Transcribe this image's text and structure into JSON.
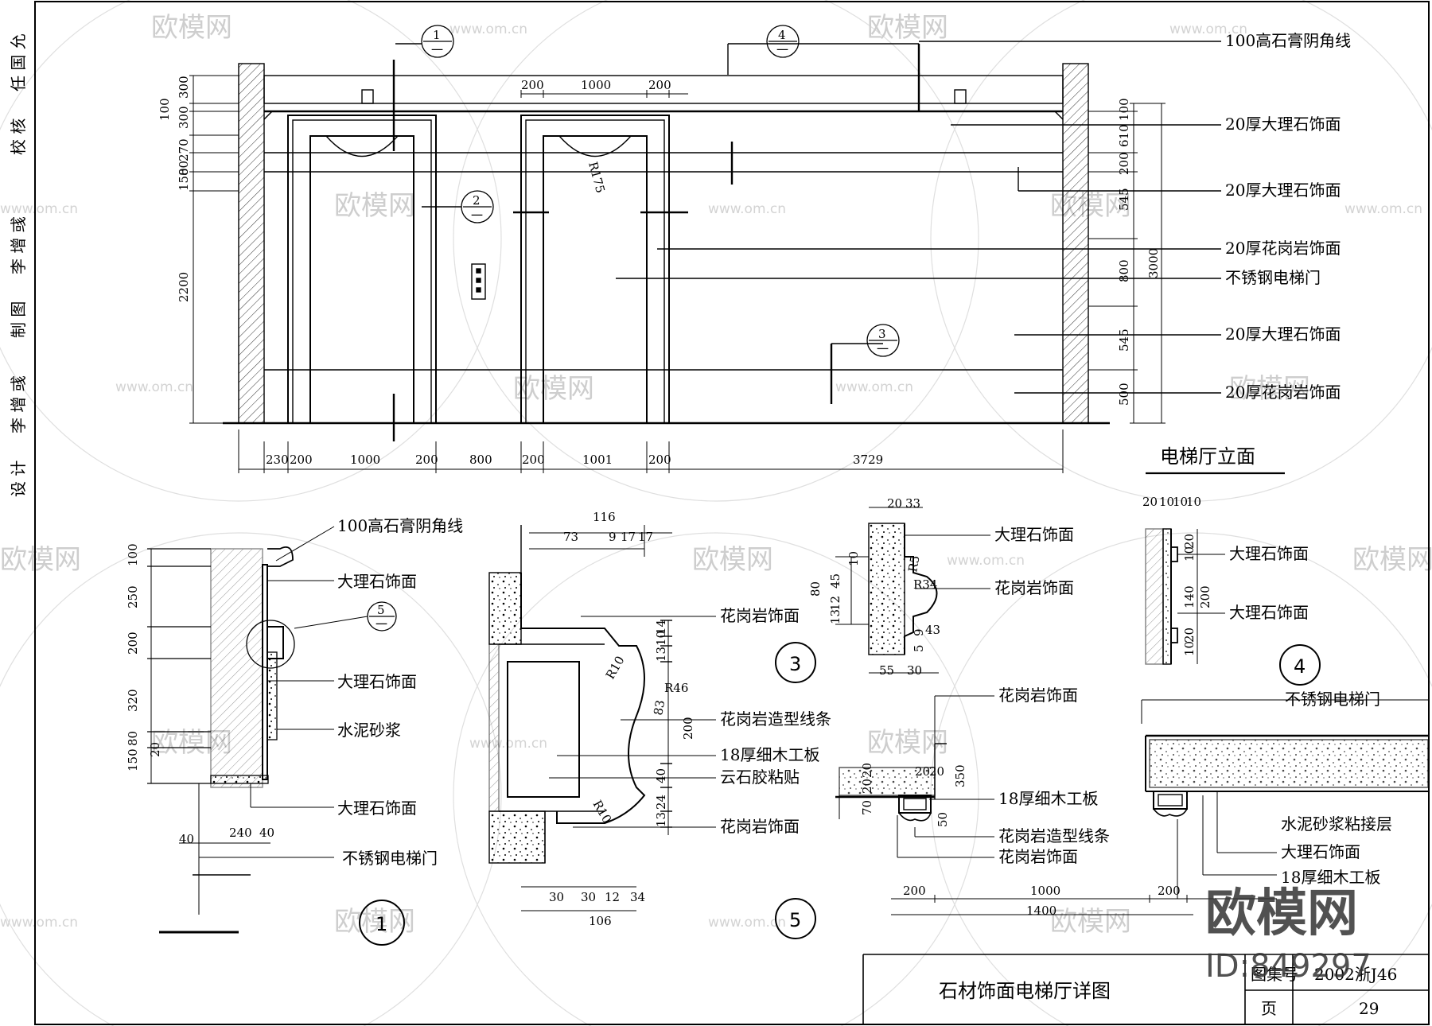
{
  "sheet": {
    "title_block": {
      "side_strip": [
        "设 计",
        "李 增 彧",
        "制 图",
        "李 增 彧",
        "校 核",
        "任 国 允"
      ],
      "drawing_title": "石材饰面电梯厅详图",
      "atlas_label": "图集号",
      "atlas_no": "2002浙J46",
      "page_label": "页",
      "page_no": "29"
    },
    "watermark": {
      "brand": "欧模网",
      "url": "www.om.cn",
      "logo_text": "欧模网",
      "id_text": "ID:849297"
    }
  },
  "elevation": {
    "title": "电梯厅立面",
    "callouts": [
      {
        "num": "1",
        "sub": "一"
      },
      {
        "num": "4",
        "sub": "一"
      },
      {
        "num": "2",
        "sub": "一"
      },
      {
        "num": "3",
        "sub": "一"
      }
    ],
    "arch_radius_label": "R175",
    "labels": [
      "100高石膏阴角线",
      "20厚大理石饰面",
      "20厚大理石饰面",
      "20厚花岗岩饰面",
      "不锈钢电梯门",
      "20厚大理石饰面",
      "20厚花岗岩饰面"
    ],
    "dims_top": [
      "200",
      "1000",
      "200"
    ],
    "dims_left": [
      "300",
      "100",
      "300",
      "270",
      "80",
      "150",
      "2200"
    ],
    "dims_right": [
      "100",
      "610",
      "200",
      "545",
      "800",
      "545",
      "500"
    ],
    "dims_right_total": "3000",
    "dims_bottom": [
      "230",
      "200",
      "1000",
      "200",
      "800",
      "200",
      "1001",
      "200",
      "3729"
    ]
  },
  "detail1": {
    "number": "1",
    "callout": {
      "num": "5",
      "sub": "一"
    },
    "labels": [
      "100高石膏阴角线",
      "大理石饰面",
      "大理石饰面",
      "水泥砂浆",
      "大理石饰面",
      "不锈钢电梯门"
    ],
    "dims_left": [
      "100",
      "250",
      "200",
      "320",
      "80",
      "20",
      "150"
    ],
    "dims_bottom": [
      "40",
      "240",
      "40"
    ]
  },
  "detail5": {
    "number": "5",
    "labels": [
      "花岗岩饰面",
      "花岗岩造型线条",
      "18厚细木工板",
      "云石胶粘贴",
      "花岗岩饰面"
    ],
    "dims_top": [
      "116",
      "73",
      "9",
      "17",
      "17"
    ],
    "dims_right": [
      "14",
      "10",
      "13",
      "200",
      "40",
      "24",
      "13"
    ],
    "radii": [
      "R10",
      "R46",
      "83",
      "R10"
    ],
    "dims_bottom": [
      "30",
      "30",
      "12",
      "34"
    ],
    "dims_bottom_total": "106"
  },
  "detail3": {
    "number": "3",
    "labels": [
      "大理石饰面",
      "花岗岩饰面"
    ],
    "dims_top": [
      "20",
      "33"
    ],
    "dims_left": [
      "10",
      "80",
      "45",
      "12",
      "13"
    ],
    "radii": [
      "R5",
      "R34"
    ],
    "dims_small": [
      "9",
      "43",
      "5"
    ],
    "dims_bottom": [
      "55",
      "30"
    ]
  },
  "detail4": {
    "number": "4",
    "labels": [
      "大理石饰面",
      "大理石饰面"
    ],
    "dims_top": [
      "20",
      "10",
      "10",
      "10"
    ],
    "dims_right": [
      "20",
      "10",
      "140",
      "200",
      "10",
      "20"
    ]
  },
  "detail2": {
    "labels": [
      "花岗岩饰面",
      "18厚细木工板",
      "花岗岩造型线条",
      "花岗岩饰面"
    ],
    "dims_left": [
      "70",
      "20",
      "20"
    ],
    "dims_mid": [
      "20",
      "20",
      "350",
      "50"
    ],
    "dims_bottom": [
      "200",
      "1000",
      "200"
    ],
    "dims_bottom_total": "1400"
  },
  "detail_door": {
    "labels": [
      "不锈钢电梯门",
      "水泥砂浆粘接层",
      "大理石饰面",
      "18厚细木工板"
    ]
  }
}
